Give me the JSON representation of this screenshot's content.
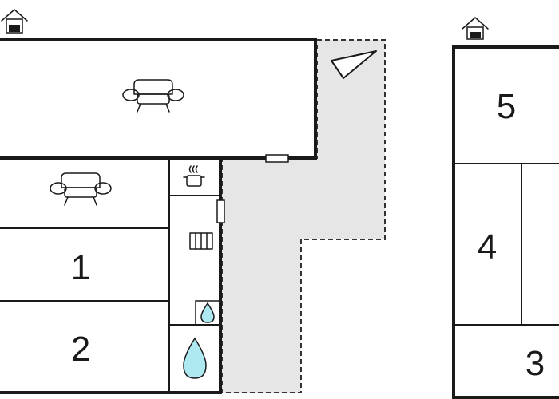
{
  "colors": {
    "wall": "#1a1a1a",
    "terrace_fill": "#e6e6e6",
    "water": "#aee8f0",
    "background": "#ffffff"
  },
  "icons": {
    "floor_marker": "house-icon",
    "living": "sofa-icon",
    "kitchen": "cooking-pot-icon",
    "heating": "radiator-icon",
    "bathroom": "water-drop-icon",
    "terrace": "sun-lounger-icon"
  },
  "floors": [
    {
      "rooms": [
        {
          "label": "1"
        },
        {
          "label": "2"
        }
      ]
    },
    {
      "rooms": [
        {
          "label": "5"
        },
        {
          "label": "4"
        },
        {
          "label": "3"
        }
      ]
    }
  ]
}
